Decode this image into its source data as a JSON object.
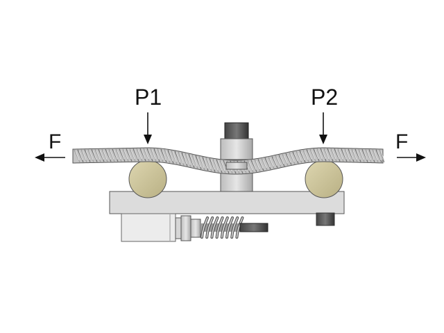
{
  "labels": {
    "load_left": "P1",
    "load_right": "P2",
    "force_left": "F",
    "force_right": "F"
  },
  "colors": {
    "rope": "#b4b4b4",
    "rope_strand_dark": "#6e6e6e",
    "rope_strand_light": "#e2e2e2",
    "roller": "#cdc59e",
    "plate": "#dcdcdc",
    "bolt": "#cfcfcf",
    "bolt_dark": "#555555",
    "outline": "#333333",
    "arrow": "#111111"
  },
  "icons": [
    "wire-rope",
    "roller",
    "base-plate",
    "clamp-bolt",
    "load-cell-sensor",
    "cable-gland",
    "spring-strain-relief",
    "arrow"
  ]
}
